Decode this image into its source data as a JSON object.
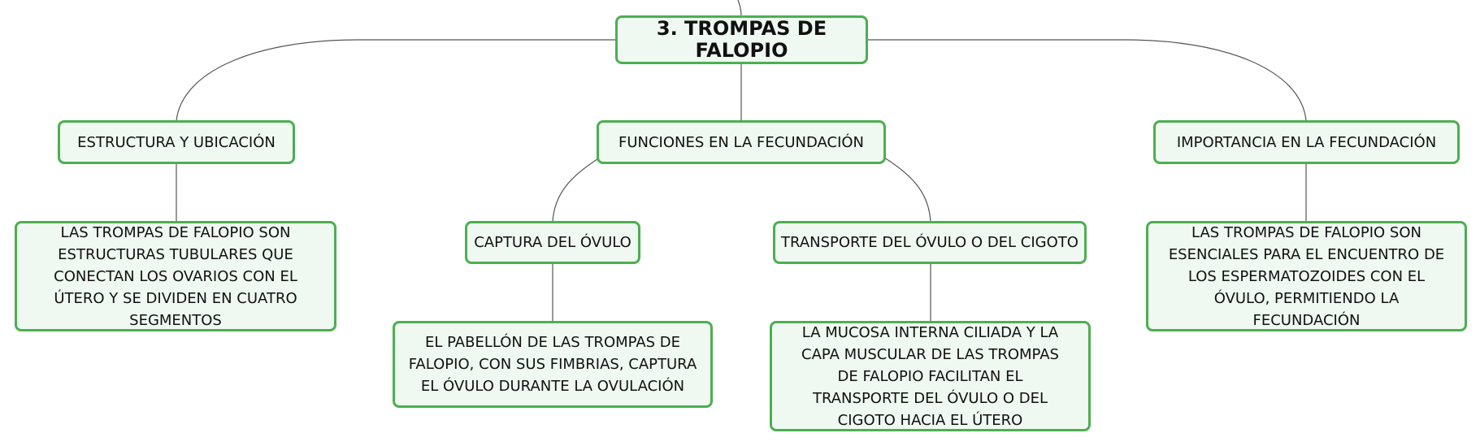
{
  "root": {
    "label": "3. TROMPAS DE FALOPIO"
  },
  "branches": [
    {
      "label": "ESTRUCTURA Y UBICACIÓN",
      "detail": "LAS TROMPAS DE FALOPIO SON ESTRUCTURAS TUBULARES QUE CONECTAN LOS OVARIOS CON EL ÚTERO Y SE DIVIDEN EN CUATRO SEGMENTOS"
    },
    {
      "label": "FUNCIONES EN LA FECUNDACIÓN",
      "subtopics": [
        {
          "label": "CAPTURA DEL ÓVULO",
          "detail": "EL PABELLÓN DE LAS TROMPAS DE FALOPIO, CON SUS FIMBRIAS, CAPTURA EL ÓVULO DURANTE LA OVULACIÓN"
        },
        {
          "label": "TRANSPORTE DEL ÓVULO O DEL CIGOTO",
          "detail": "LA MUCOSA INTERNA CILIADA Y LA CAPA MUSCULAR DE LAS TROMPAS DE FALOPIO FACILITAN EL TRANSPORTE DEL ÓVULO O DEL CIGOTO HACIA EL ÚTERO"
        }
      ]
    },
    {
      "label": "IMPORTANCIA EN LA FECUNDACIÓN",
      "detail": "LAS TROMPAS DE FALOPIO SON ESENCIALES PARA EL ENCUENTRO DE LOS ESPERMATOZOIDES CON EL ÓVULO, PERMITIENDO LA FECUNDACIÓN"
    }
  ],
  "colors": {
    "node_border": "#4caf50",
    "node_fill": "#eff8f1",
    "connector": "#555555",
    "text": "#111111"
  }
}
